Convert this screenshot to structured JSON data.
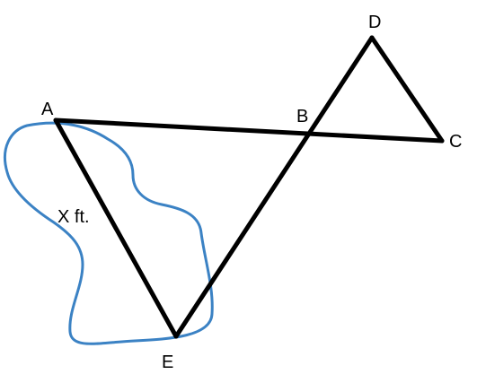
{
  "figure": {
    "points": {
      "A": {
        "label": "A"
      },
      "B": {
        "label": "B"
      },
      "C": {
        "label": "C"
      },
      "D": {
        "label": "D"
      },
      "E": {
        "label": "E"
      }
    },
    "segments": [
      {
        "from": "A",
        "to": "C"
      },
      {
        "from": "A",
        "to": "E"
      },
      {
        "from": "E",
        "to": "D"
      },
      {
        "from": "D",
        "to": "C"
      }
    ],
    "side_label": {
      "segment": "AE",
      "text": "X ft."
    },
    "region_outline": {
      "color": "#3b82c4",
      "encloses": [
        "A",
        "E"
      ]
    },
    "line_color": "#000000"
  }
}
